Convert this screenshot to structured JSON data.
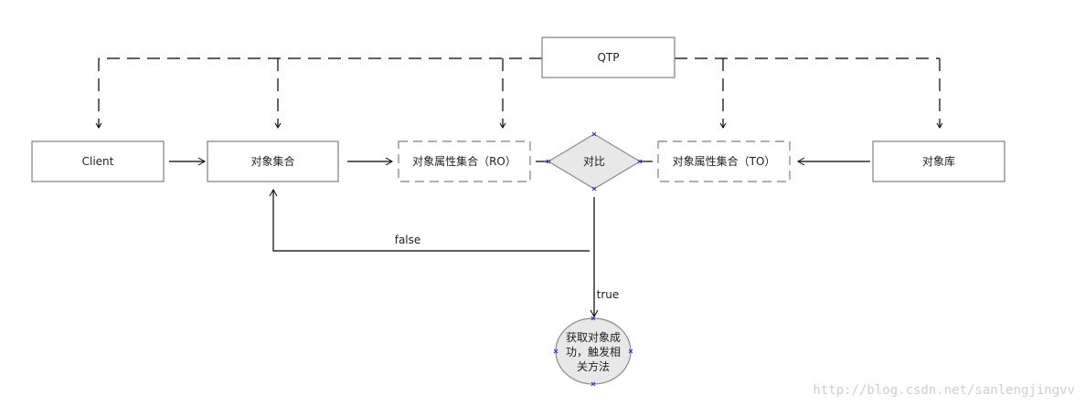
{
  "diagram": {
    "nodes": {
      "qtp": {
        "label": "QTP",
        "shape": "rect",
        "border": "solid"
      },
      "client": {
        "label": "Client",
        "shape": "rect",
        "border": "solid"
      },
      "object_set": {
        "label": "对象集合",
        "shape": "rect",
        "border": "solid"
      },
      "ro_set": {
        "label": "对象属性集合（RO）",
        "shape": "rect",
        "border": "dashed"
      },
      "compare": {
        "label": "对比",
        "shape": "diamond"
      },
      "to_set": {
        "label": "对象属性集合（TO）",
        "shape": "rect",
        "border": "dashed"
      },
      "object_repo": {
        "label": "对象库",
        "shape": "rect",
        "border": "solid"
      },
      "result": {
        "label_lines": [
          "获取对象成",
          "功，触发相",
          "关方法"
        ],
        "shape": "ellipse"
      }
    },
    "edges": [
      {
        "from": "qtp",
        "to": "client",
        "style": "dashed",
        "label": ""
      },
      {
        "from": "qtp",
        "to": "object_set",
        "style": "dashed",
        "label": ""
      },
      {
        "from": "qtp",
        "to": "ro_set",
        "style": "dashed",
        "label": ""
      },
      {
        "from": "qtp",
        "to": "to_set",
        "style": "dashed",
        "label": ""
      },
      {
        "from": "qtp",
        "to": "object_repo",
        "style": "dashed",
        "label": ""
      },
      {
        "from": "client",
        "to": "object_set",
        "style": "solid",
        "label": ""
      },
      {
        "from": "object_set",
        "to": "ro_set",
        "style": "solid",
        "label": ""
      },
      {
        "from": "ro_set",
        "to": "compare",
        "style": "solid",
        "label": ""
      },
      {
        "from": "to_set",
        "to": "compare",
        "style": "solid",
        "label": ""
      },
      {
        "from": "object_repo",
        "to": "to_set",
        "style": "solid",
        "label": ""
      },
      {
        "from": "compare",
        "to": "object_set",
        "style": "solid",
        "label": "false"
      },
      {
        "from": "compare",
        "to": "result",
        "style": "solid",
        "label": "true"
      }
    ],
    "edge_labels": {
      "false": "false",
      "true": "true"
    },
    "colors": {
      "stroke": "#7f7f7f",
      "line": "#000000",
      "shape_fill": "#e8e8e8",
      "handle": "#2b2bd6"
    }
  },
  "watermark": "http://blog.csdn.net/sanlengjingvv"
}
